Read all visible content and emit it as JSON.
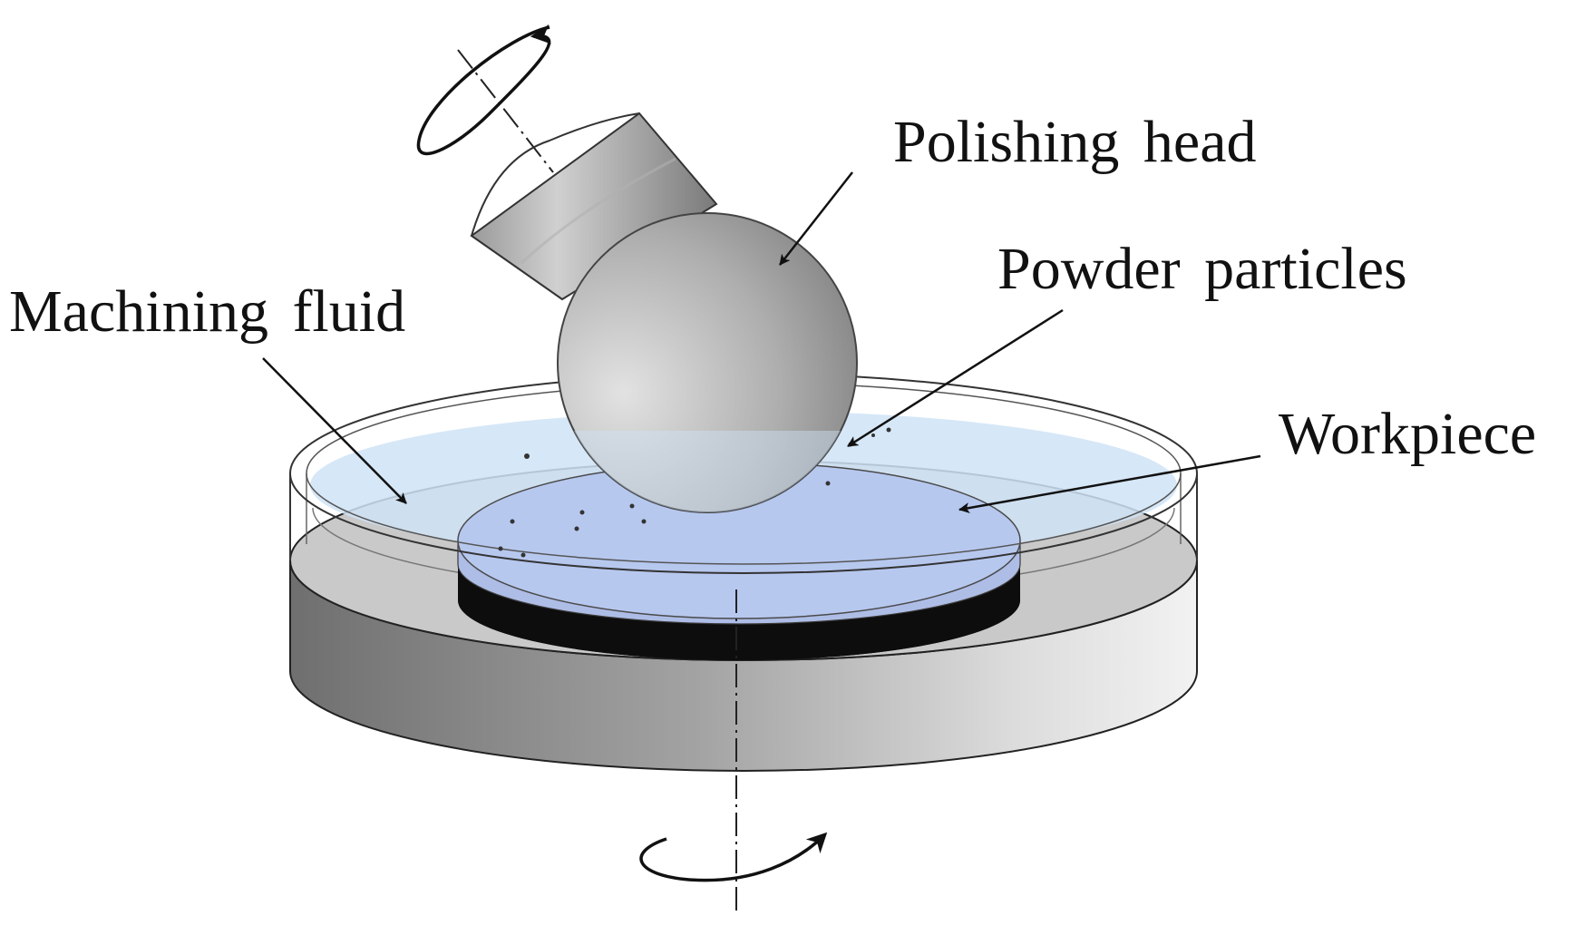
{
  "labels": {
    "polishing_head": "Polishing head",
    "powder_particles": "Powder particles",
    "machining_fluid": "Machining fluid",
    "workpiece": "Workpiece"
  },
  "colors": {
    "metal_light": "#f0f0f0",
    "metal_dark": "#6f6f6f",
    "table_top": "#c9c9c9",
    "fluid": "#cfe3f6",
    "workpiece": "#b7c8ef",
    "workpiece_base": "#0d0d0d",
    "line": "#111111"
  }
}
